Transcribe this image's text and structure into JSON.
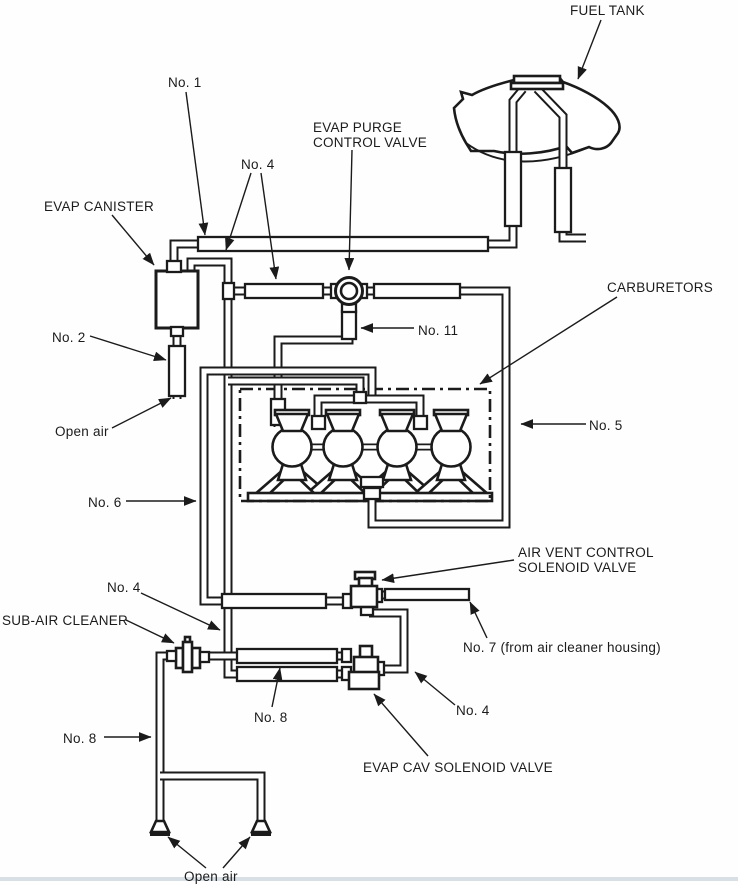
{
  "diagram": {
    "type": "evap-vacuum-hose-routing",
    "colors": {
      "ink": "#1b1b1b",
      "paper": "#fefefe",
      "page_edge": "#c9d3da"
    },
    "labels": {
      "fuel_tank": "FUEL TANK",
      "no_1": "No. 1",
      "no_4_top": "No. 4",
      "evap_purge_1": "EVAP PURGE",
      "evap_purge_2": "CONTROL VALVE",
      "evap_canister": "EVAP CANISTER",
      "no_2": "No. 2",
      "open_air_left": "Open air",
      "no_11": "No. 11",
      "carburetors": "CARBURETORS",
      "no_5": "No. 5",
      "no_6": "No. 6",
      "air_vent_1": "AIR VENT CONTROL",
      "air_vent_2": "SOLENOID VALVE",
      "no_7": "No. 7 (from air cleaner housing)",
      "sub_air_cleaner": "SUB-AIR CLEANER",
      "no_4_mid": "No. 4",
      "no_8_left": "No. 8",
      "no_8_mid": "No. 8",
      "no_4_bottom": "No. 4",
      "evap_cav": "EVAP CAV SOLENOID VALVE",
      "open_air_bottom": "Open air"
    }
  }
}
